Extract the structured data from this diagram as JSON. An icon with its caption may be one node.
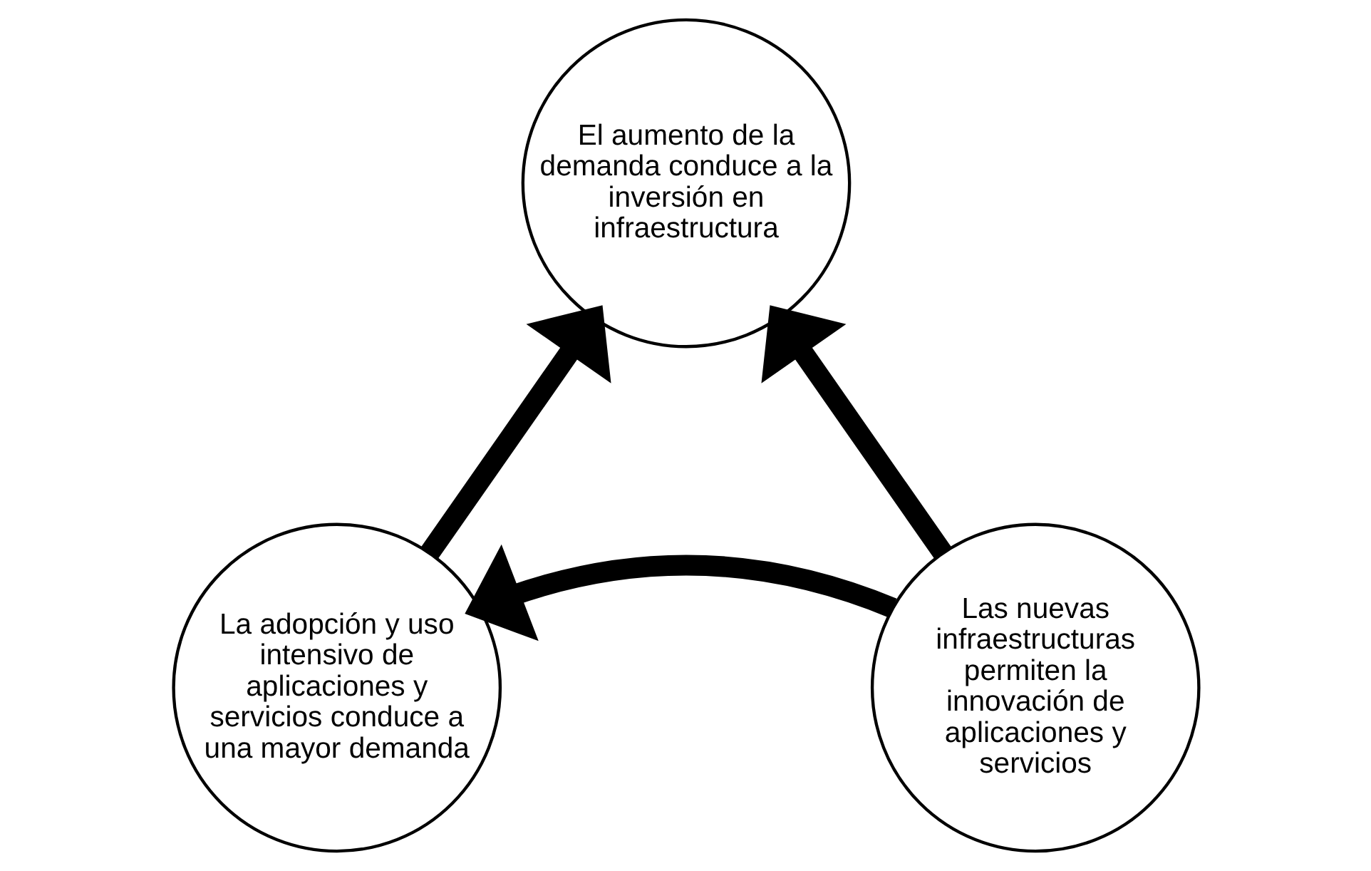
{
  "diagram": {
    "nodes": [
      {
        "text": [
          "El aumento de la demanda conduce a la inversión en infraestructura"
        ]
      },
      {
        "text": [
          "La adopción y uso intensivo de aplicaciones y servicios conduce a una mayor demanda"
        ]
      },
      {
        "text": [
          "Las nuevas infraestructuras permiten la innovación de aplicaciones y servicios"
        ]
      }
    ],
    "edges": [
      {
        "from": 1,
        "to": 0,
        "arrow": "to"
      },
      {
        "from": 2,
        "to": 0,
        "arrow": "to"
      },
      {
        "from": 2,
        "to": 1,
        "arrow": "to"
      }
    ]
  }
}
